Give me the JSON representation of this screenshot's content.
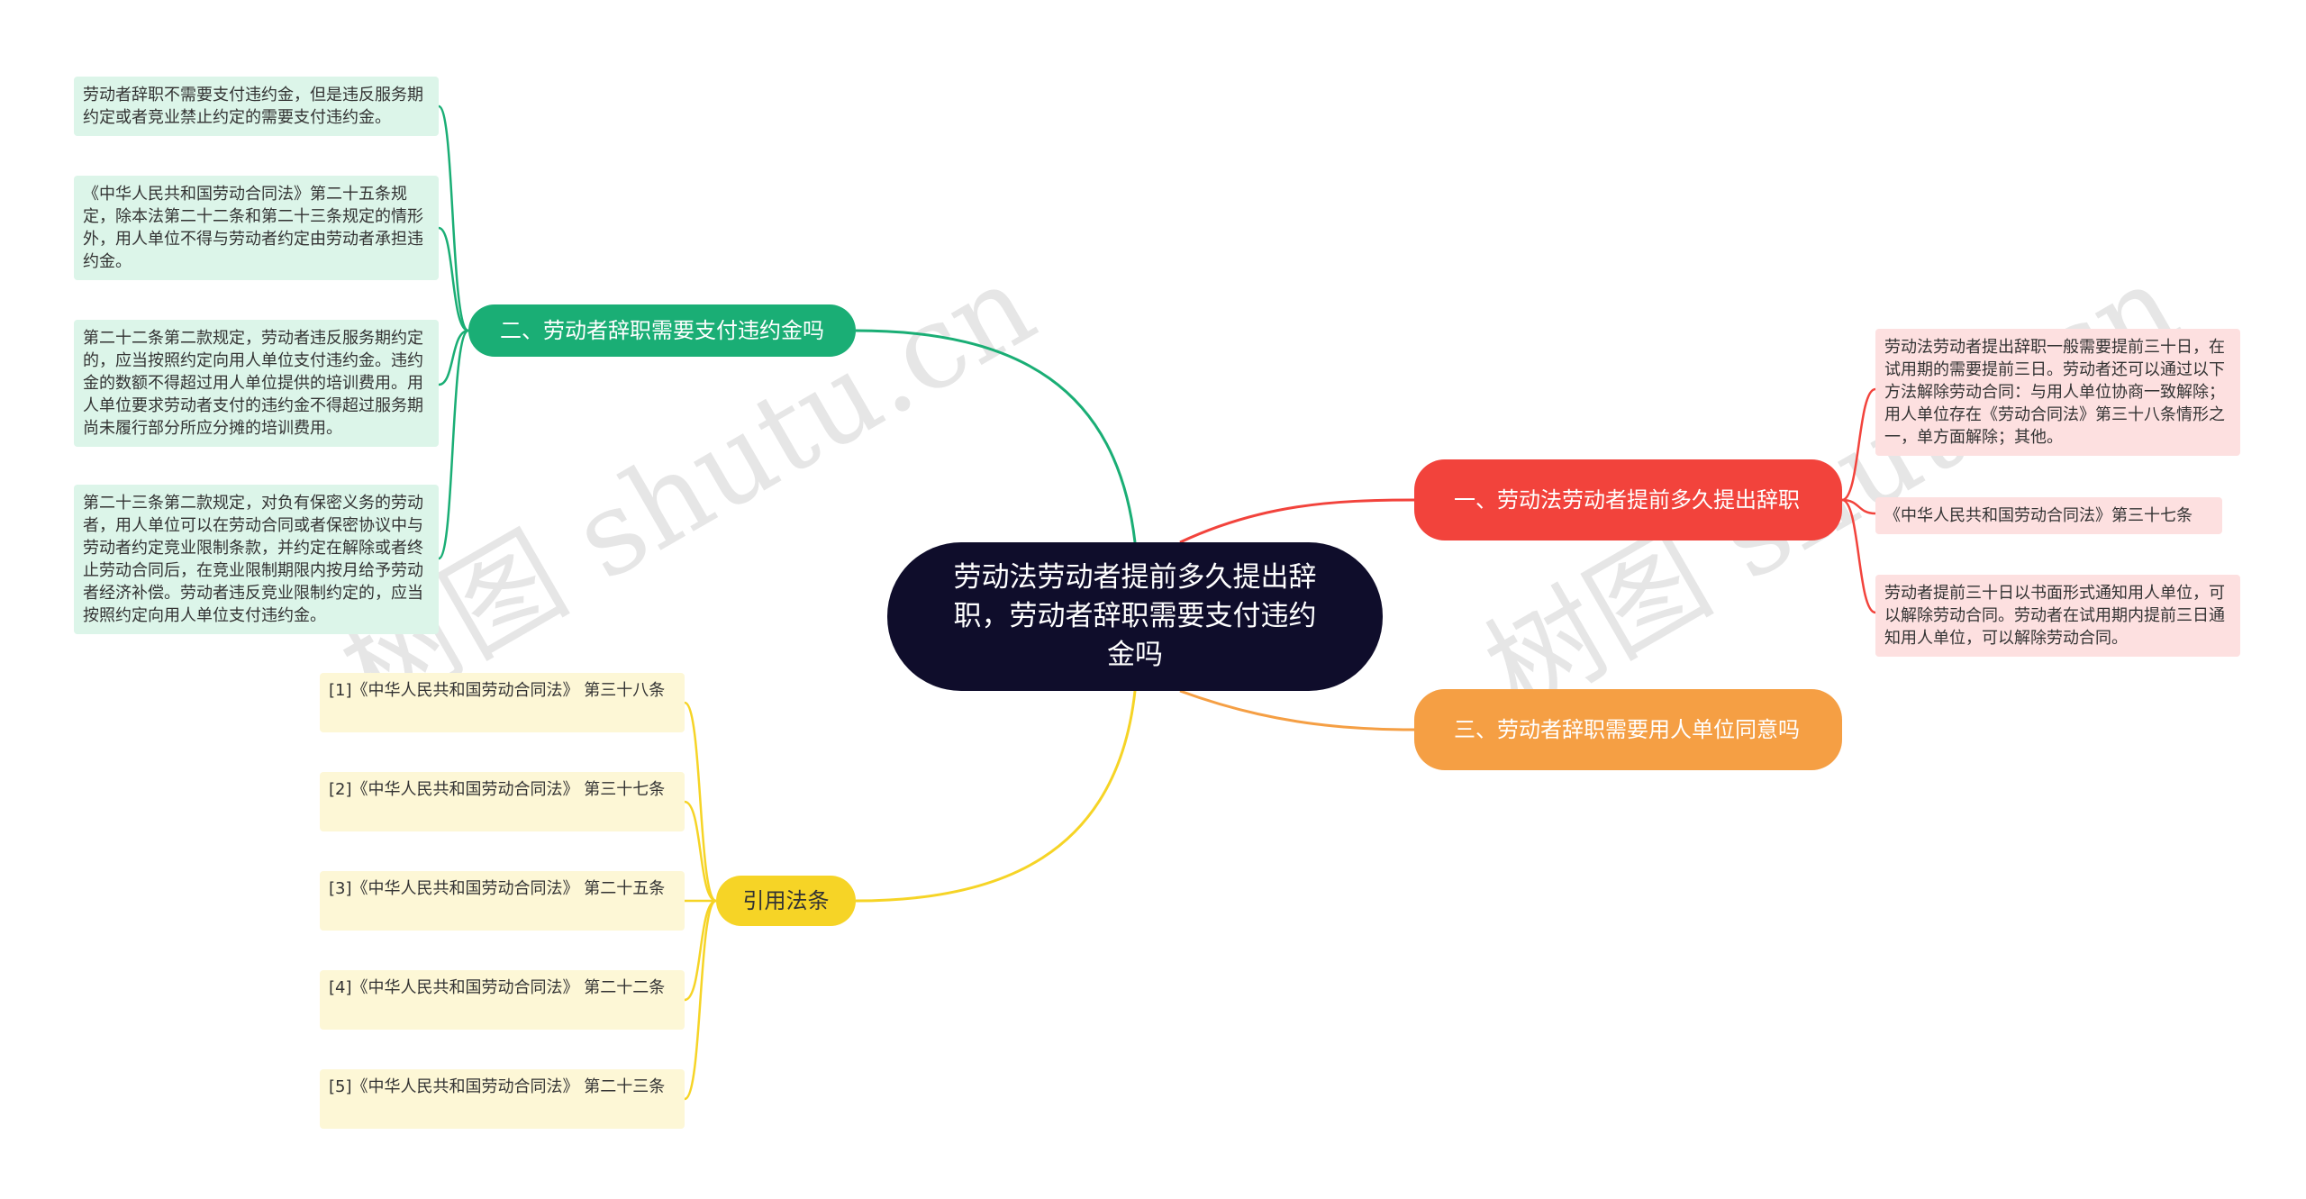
{
  "watermark": "树图 shutu.cn",
  "root": {
    "title": "劳动法劳动者提前多久提出辞职，劳动者辞职需要支付违约金吗"
  },
  "branches": {
    "green": {
      "label": "二、劳动者辞职需要支付违约金吗",
      "color": "#1aae75",
      "leaves": [
        "劳动者辞职不需要支付违约金，但是违反服务期约定或者竞业禁止约定的需要支付违约金。",
        "《中华人民共和国劳动合同法》第二十五条规定，除本法第二十二条和第二十三条规定的情形外，用人单位不得与劳动者约定由劳动者承担违约金。",
        "第二十二条第二款规定，劳动者违反服务期约定的，应当按照约定向用人单位支付违约金。违约金的数额不得超过用人单位提供的培训费用。用人单位要求劳动者支付的违约金不得超过服务期尚未履行部分所应分摊的培训费用。",
        "第二十三条第二款规定，对负有保密义务的劳动者，用人单位可以在劳动合同或者保密协议中与劳动者约定竞业限制条款，并约定在解除或者终止劳动合同后，在竞业限制期限内按月给予劳动者经济补偿。劳动者违反竞业限制约定的，应当按照约定向用人单位支付违约金。"
      ]
    },
    "red": {
      "label": "一、劳动法劳动者提前多久提出辞职",
      "color": "#f2433c",
      "leaves": [
        "劳动法劳动者提出辞职一般需要提前三十日，在试用期的需要提前三日。劳动者还可以通过以下方法解除劳动合同：与用人单位协商一致解除；用人单位存在《劳动合同法》第三十八条情形之一，单方面解除；其他。",
        "《中华人民共和国劳动合同法》第三十七条",
        "劳动者提前三十日以书面形式通知用人单位，可以解除劳动合同。劳动者在试用期内提前三日通知用人单位，可以解除劳动合同。"
      ]
    },
    "orange": {
      "label": "三、劳动者辞职需要用人单位同意吗",
      "color": "#f59f44"
    },
    "yellow": {
      "label": "引用法条",
      "color": "#f6d426",
      "leaves": [
        "[1]《中华人民共和国劳动合同法》 第三十八条",
        "[2]《中华人民共和国劳动合同法》 第三十七条",
        "[3]《中华人民共和国劳动合同法》 第二十五条",
        "[4]《中华人民共和国劳动合同法》 第二十二条",
        "[5]《中华人民共和国劳动合同法》 第二十三条"
      ]
    }
  }
}
